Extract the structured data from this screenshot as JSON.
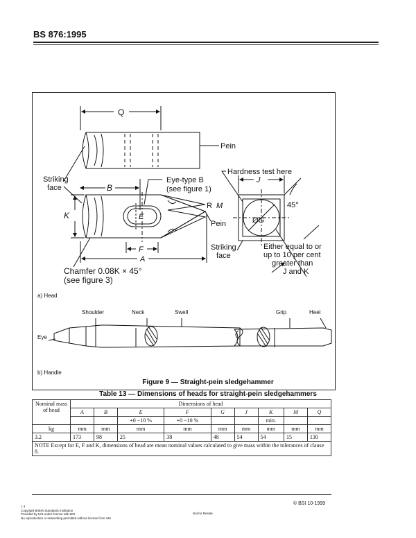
{
  "header": {
    "standard": "BS 876:1995"
  },
  "figure": {
    "labels": {
      "q": "Q",
      "pein_top": "Pein",
      "hardness": "Hardness test here",
      "striking_face_1": "Striking",
      "striking_face_2": "face",
      "b": "B",
      "eye_type_1": "Eye-type B",
      "eye_type_2": "(see figure 1)",
      "r": "R",
      "m": "M",
      "j": "J",
      "angle": "45°",
      "k": "K",
      "e": "E",
      "pein_side": "Pein",
      "phi_g": "ØG",
      "f": "F",
      "striking_face2_1": "Striking",
      "striking_face2_2": "face",
      "either_1": "Either equal to or",
      "either_2": "up to 10 per cent",
      "either_3": "greater than",
      "either_4": "J and K",
      "a": "A",
      "chamfer_1": "Chamfer 0.08K × 45°",
      "chamfer_2": "(see figure 3)",
      "part_a": "a) Head",
      "shoulder": "Shoulder",
      "neck": "Neck",
      "swell": "Swell",
      "grip": "Grip",
      "heel": "Heel",
      "eye": "Eye",
      "part_b": "b) Handle"
    },
    "caption": "Figure 9 — Straight-pein sledgehammer"
  },
  "table": {
    "caption": "Table 13 — Dimensions of heads for straight-pein sledgehammers",
    "col1_header": "Nominal mass of head",
    "group_header": "Dimensions of head",
    "columns": [
      {
        "sym": "A",
        "tol": ""
      },
      {
        "sym": "B",
        "tol": ""
      },
      {
        "sym": "E",
        "tol": "+0 −10 %"
      },
      {
        "sym": "F",
        "tol": "+0 −10 %"
      },
      {
        "sym": "G",
        "tol": ""
      },
      {
        "sym": "J",
        "tol": ""
      },
      {
        "sym": "K",
        "tol": "min."
      },
      {
        "sym": "M",
        "tol": ""
      },
      {
        "sym": "Q",
        "tol": ""
      }
    ],
    "units_first": "kg",
    "units": [
      "mm",
      "mm",
      "mm",
      "mm",
      "mm",
      "mm",
      "mm",
      "mm",
      "mm"
    ],
    "row": {
      "mass": "3.2",
      "values": [
        "173",
        "98",
        "25",
        "38",
        "48",
        "54",
        "54",
        "15",
        "130"
      ]
    },
    "note": "NOTE   Except for E, F and K, dimensions of head are mean nominal values calculated to give mass within the tolerances of clause 8."
  },
  "footer": {
    "left_1": "1 4",
    "left_2": "Copyright British Standards Institution",
    "left_3": "Provided by IHS under license with BSI",
    "left_4": "No reproduction or networking permitted without license from IHS",
    "middle": "Not for Resale",
    "right": "© BSI 10-1999"
  }
}
